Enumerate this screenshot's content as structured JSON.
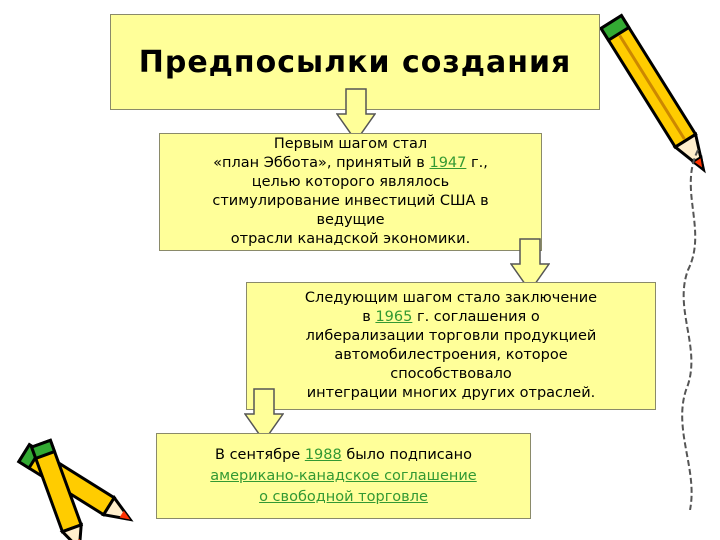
{
  "title": "Предпосылки создания",
  "box1": {
    "l1": "Первым шагом стал",
    "l2a": "«план Эббота», принятый в ",
    "year": "1947",
    "l2b": " г.,",
    "l3": "целью которого являлось",
    "l4": "стимулирование инвестиций США в",
    "l5": "ведущие",
    "l6": "отрасли канадской экономики."
  },
  "box2": {
    "l1": "Следующим шагом стало заключение",
    "l2a": "в ",
    "year": "1965",
    "l2b": " г. соглашения о",
    "l3": "либерализации торговли продукцией",
    "l4": "автомобилестроения, которое",
    "l5": "способствовало",
    "l6": "интеграции многих других отраслей."
  },
  "box3": {
    "l1a": "В сентябре ",
    "year": "1988",
    "l1b": " было подписано",
    "l2": "американо-канадское соглашение",
    "l3": "о свободной торговле"
  },
  "colors": {
    "box_fill": "#ffff99",
    "link": "#339933",
    "pencil_body": "#ffcc00",
    "pencil_tip": "#ff3300"
  }
}
